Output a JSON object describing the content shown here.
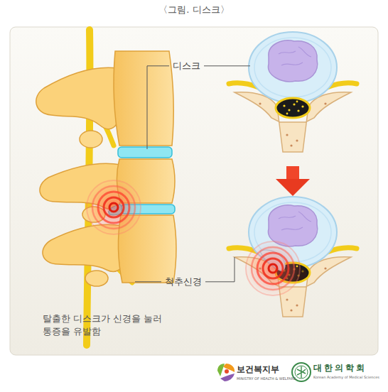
{
  "diagram": {
    "title": "〈그림. 디스크〉",
    "labels": [
      "디스크",
      "척추신경",
      "탈출한 디스크가 신경을 눌러 통증을 유발함",
      "보건복지부",
      "MINISTRY OF HEALTH & WELFARE",
      "대한의학회",
      "Korean Academy of Medical Sciences"
    ]
  }
}
